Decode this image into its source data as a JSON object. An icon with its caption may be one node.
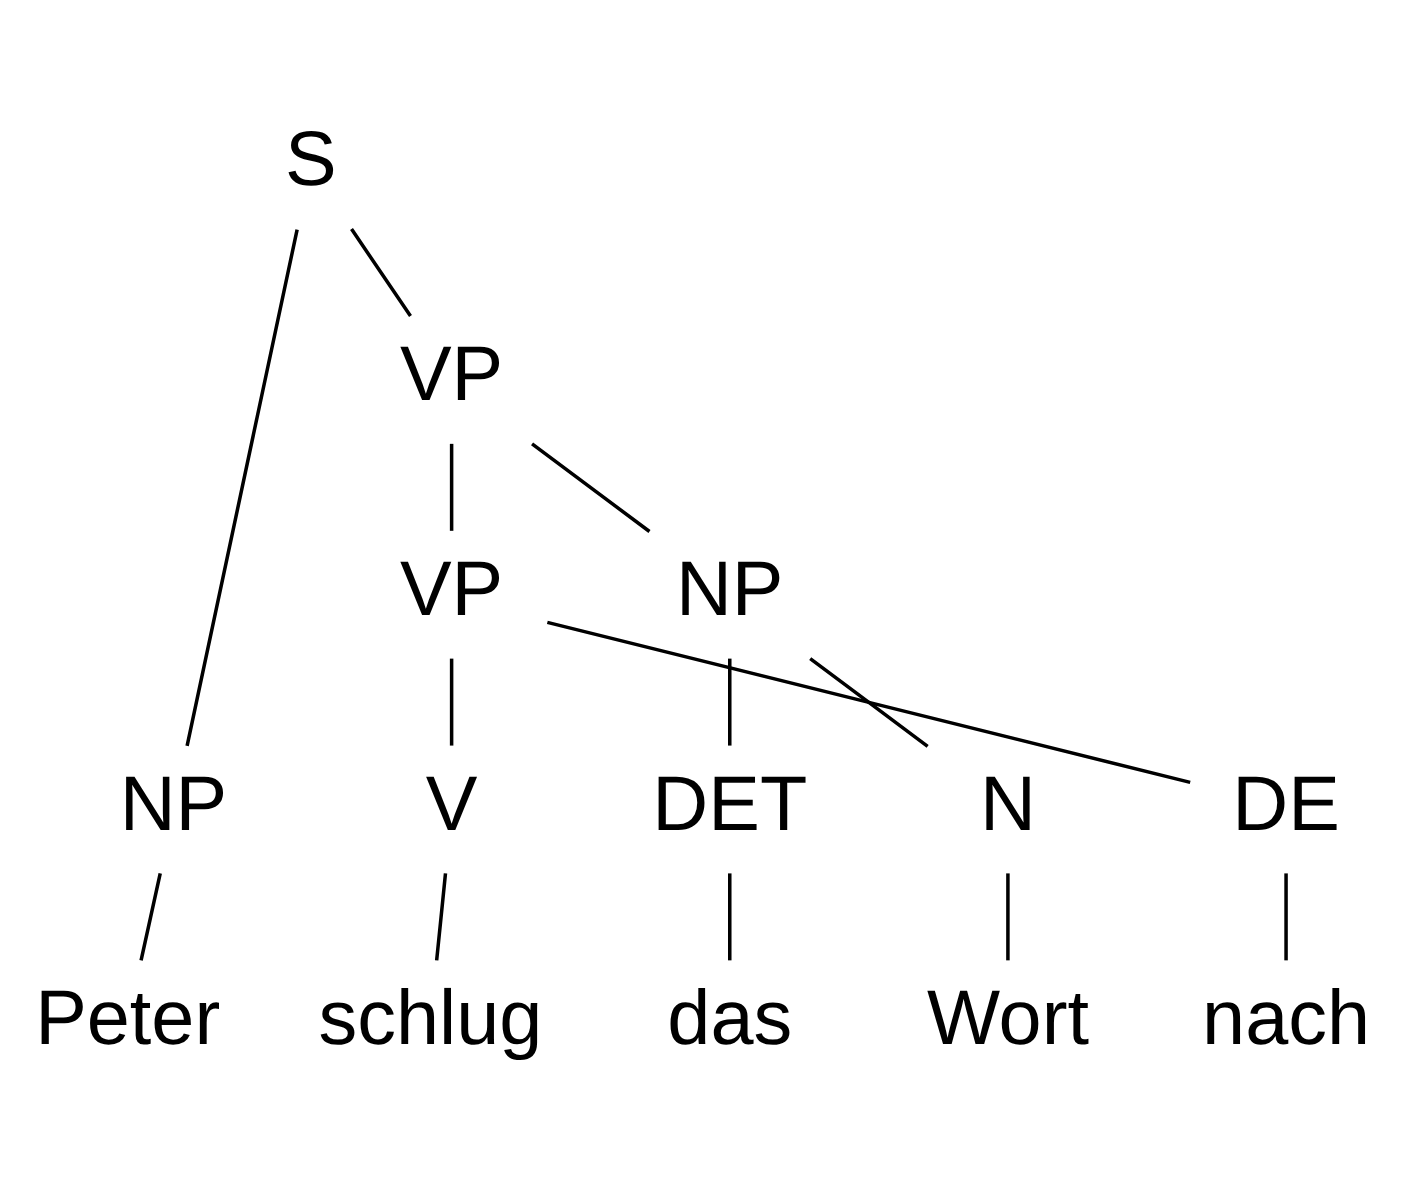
{
  "diagram": {
    "nodes": [
      {
        "text": [
          "S"
        ]
      },
      {
        "text": [
          "VP"
        ]
      },
      {
        "text": [
          "VP"
        ]
      },
      {
        "text": [
          "NP"
        ]
      },
      {
        "text": [
          "NP"
        ]
      },
      {
        "text": [
          "V"
        ]
      },
      {
        "text": [
          "DET"
        ]
      },
      {
        "text": [
          "N"
        ]
      },
      {
        "text": [
          "DE"
        ]
      },
      {
        "text": [
          "Peter"
        ]
      },
      {
        "text": [
          "schlug"
        ]
      },
      {
        "text": [
          "das"
        ]
      },
      {
        "text": [
          "Wort"
        ]
      },
      {
        "text": [
          "nach"
        ]
      }
    ],
    "edges": [
      {
        "from": 0,
        "to": 4,
        "arrow": "none"
      },
      {
        "from": 0,
        "to": 1,
        "arrow": "none"
      },
      {
        "from": 1,
        "to": 2,
        "arrow": "none"
      },
      {
        "from": 1,
        "to": 3,
        "arrow": "none"
      },
      {
        "from": 2,
        "to": 5,
        "arrow": "none"
      },
      {
        "from": 2,
        "to": 8,
        "arrow": "none"
      },
      {
        "from": 3,
        "to": 6,
        "arrow": "none"
      },
      {
        "from": 3,
        "to": 7,
        "arrow": "none"
      },
      {
        "from": 4,
        "to": 9,
        "arrow": "none"
      },
      {
        "from": 5,
        "to": 10,
        "arrow": "none"
      },
      {
        "from": 6,
        "to": 11,
        "arrow": "none"
      },
      {
        "from": 7,
        "to": 12,
        "arrow": "none"
      },
      {
        "from": 8,
        "to": 13,
        "arrow": "none"
      }
    ]
  }
}
